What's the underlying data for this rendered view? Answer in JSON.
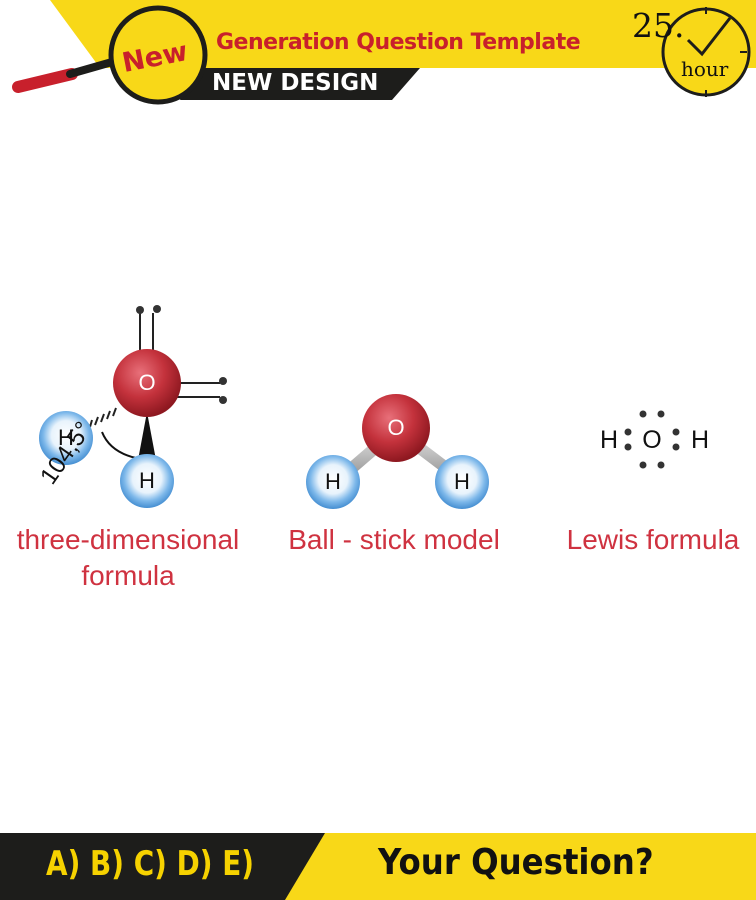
{
  "header": {
    "badge": "New",
    "title": "Generation Question Template",
    "subtitle": "NEW DESIGN",
    "clock_number": "25.",
    "clock_unit": "hour"
  },
  "diagram": {
    "three_d": {
      "center_atom": "O",
      "left_atom": "H",
      "bottom_atom": "H",
      "angle_label": "104,5°",
      "caption_line1": "three-dimensional",
      "caption_line2": "formula"
    },
    "ball_stick": {
      "center_atom": "O",
      "left_atom": "H",
      "right_atom": "H",
      "caption": "Ball - stick model"
    },
    "lewis": {
      "left": "H",
      "center": "O",
      "right": "H",
      "caption": "Lewis formula"
    }
  },
  "footer": {
    "answers": "A) B) C) D) E)",
    "question": "Your Question?"
  },
  "colors": {
    "yellow": "#f8d818",
    "red_text": "#cf3240",
    "dark": "#1d1d1b",
    "oxygen": "#c4323c",
    "hydrogen": "#4a9ce0"
  }
}
